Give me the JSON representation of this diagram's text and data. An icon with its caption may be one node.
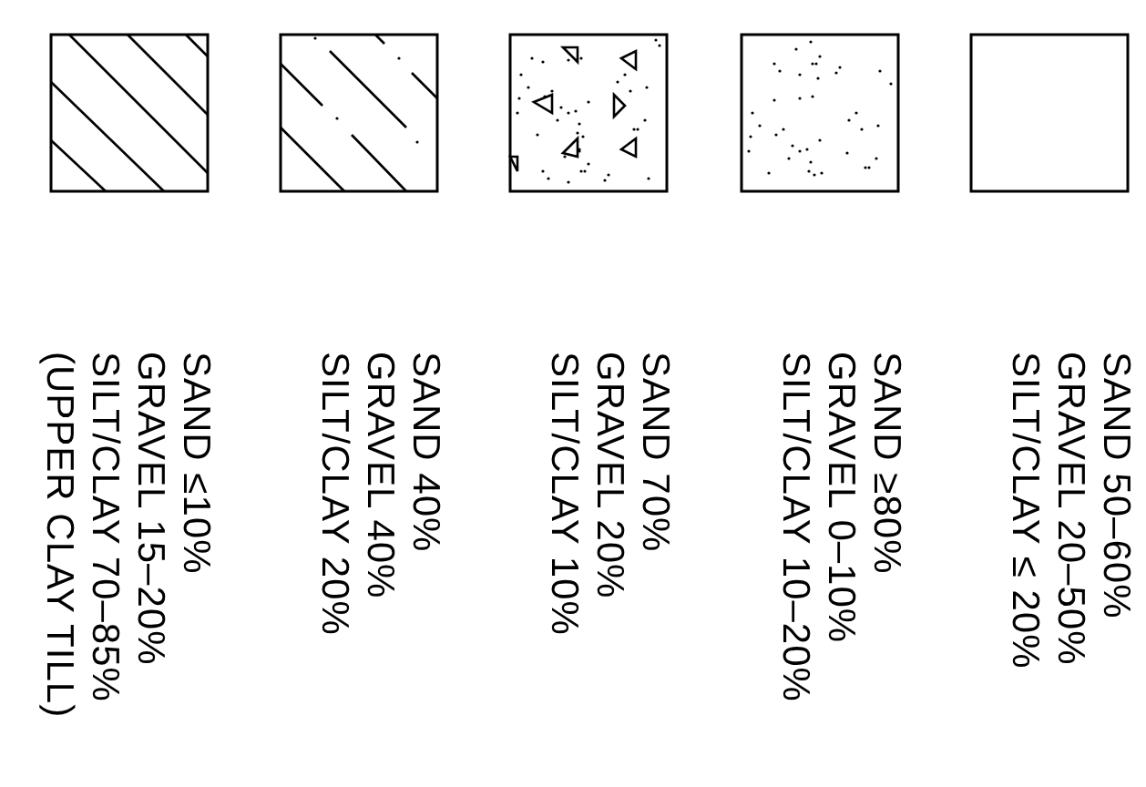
{
  "diagram": {
    "legend": [
      {
        "text": "SAND ≤10%"
      },
      {
        "text": "GRAVEL 15–20%"
      },
      {
        "text": "SILT/CLAY 70–85%"
      },
      {
        "text": "(UPPER CLAY TILL)"
      },
      {
        "text": "SAND 40%"
      },
      {
        "text": "GRAVEL 40%"
      },
      {
        "text": "SILT/CLAY 20%"
      },
      {
        "text": "SAND 70%"
      },
      {
        "text": "GRAVEL 20%"
      },
      {
        "text": "SILT/CLAY 10%"
      },
      {
        "text": "SAND ≥80%"
      },
      {
        "text": "GRAVEL 0–10%"
      },
      {
        "text": "SILT/CLAY 10–20%"
      },
      {
        "text": "SAND 50–60%"
      },
      {
        "text": "GRAVEL 20–50%"
      },
      {
        "text": "SILT/CLAY ≤ 20%"
      }
    ]
  }
}
